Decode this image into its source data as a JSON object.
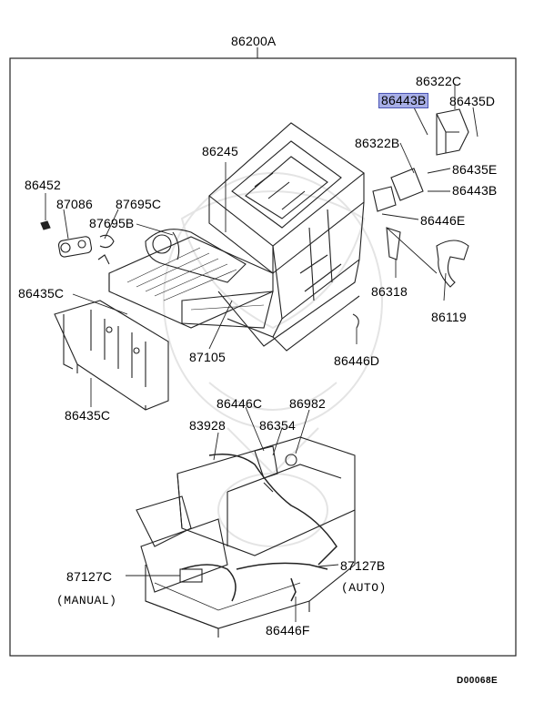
{
  "title": "86200A",
  "labels": {
    "p86322C": "86322C",
    "p86443B_highlight": "86443B",
    "p86435D": "86435D",
    "p86322B": "86322B",
    "p86245": "86245",
    "p86435E": "86435E",
    "p86443B": "86443B",
    "p86452": "86452",
    "p87086": "87086",
    "p87695C": "87695C",
    "p87695B": "87695B",
    "p86446E": "86446E",
    "p86435C_top": "86435C",
    "p86318": "86318",
    "p86119": "86119",
    "p87105": "87105",
    "p86446D": "86446D",
    "p86435C_bottom": "86435C",
    "p86446C": "86446C",
    "p86982": "86982",
    "p83928": "83928",
    "p86354": "86354",
    "p87127C": "87127C",
    "p87127B": "87127B",
    "manual": "(MANUAL)",
    "auto": "(AUTO)",
    "p86446F": "86446F",
    "code": "D00068E"
  },
  "colors": {
    "line": "#222222",
    "highlight_fill": "#a7aee6",
    "highlight_border": "#4a55b5",
    "watermark": "#e6e6e6"
  },
  "icons": [
    "watermark-crest"
  ]
}
